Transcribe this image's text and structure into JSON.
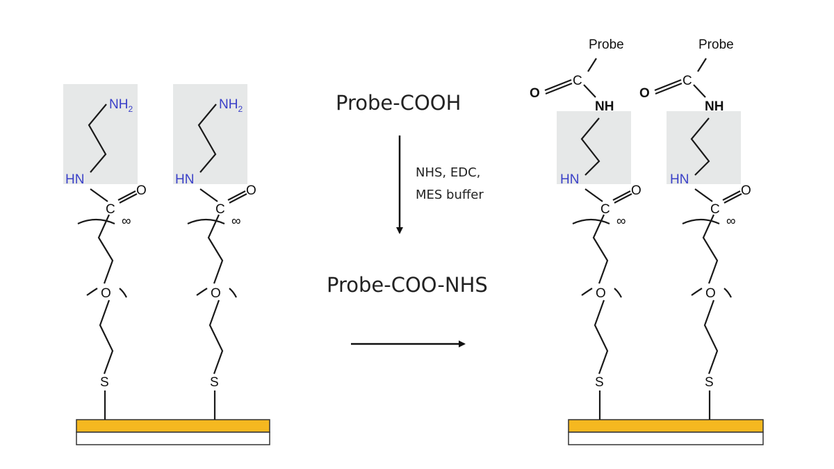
{
  "reagent": "Probe-COOH",
  "conditions": [
    "NHS, EDC,",
    "MES buffer"
  ],
  "intermediate": "Probe-COO-NHS",
  "atoms": {
    "amine": "NH",
    "amine_subscript": "2",
    "amide_nh": "HN",
    "carbon": "C",
    "oxygen": "O",
    "ether_oxygen": "O",
    "sulfur": "S",
    "repeat": "∞",
    "probe": "Probe",
    "probe_nh": "NH"
  },
  "colors": {
    "gold": "#f5b820",
    "highlight_box": "#e6e8e8",
    "heteroatom_blue": "#3a40c8"
  }
}
